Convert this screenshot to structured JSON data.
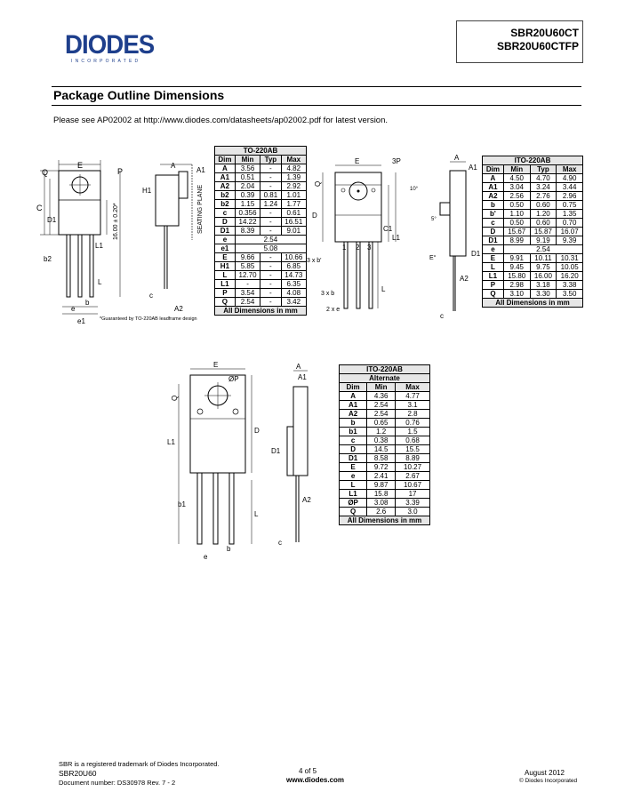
{
  "header": {
    "logo_text": "DIODES",
    "logo_subtext": "INCORPORATED",
    "part_number_1": "SBR20U60CT",
    "part_number_2": "SBR20U60CTFP"
  },
  "section": {
    "title": "Package Outline Dimensions",
    "note": "Please see AP02002 at http://www.diodes.com/datasheets/ap02002.pdf for latest version."
  },
  "drawing_labels": {
    "to220": {
      "E": "E",
      "P": "P",
      "A1": "A1",
      "Q": "Q",
      "C": "C",
      "D1": "D1",
      "H1": "H1",
      "seating_plane": "SEATING PLANE",
      "dim_1600": "16.00 ± 0.20*",
      "L1": "L1",
      "b2": "b2",
      "L": "L",
      "c": "c",
      "A2": "A2",
      "b": "b",
      "e": "e",
      "e1": "e1"
    },
    "guarantee_note": "*Guaranteed by TO-220AB leadframe design",
    "ito220": {
      "E": "E",
      "phi_P": "3P",
      "D": "D",
      "Q": "Q",
      "C1": "C1",
      "L1": "L1",
      "pin1": "1",
      "pin2": "2",
      "pin3": "3",
      "b_prime": "3 x b'",
      "b": "3 x b",
      "e2": "2 x e",
      "L": "L",
      "A": "A",
      "A1": "A1",
      "deg10": "10°",
      "deg5": "5°",
      "E_a": "E°",
      "D1": "D1",
      "A2": "A2",
      "c": "c"
    },
    "ito220_alt": {
      "E": "E",
      "phi_P": "ØP",
      "Q": "Q",
      "D": "D",
      "L1": "L1",
      "D1": "D1",
      "b1": "b1",
      "L": "L",
      "e": "e",
      "b": "b",
      "A": "A",
      "A1": "A1",
      "A2": "A2",
      "c": "c"
    }
  },
  "table_to220ab": {
    "title": "TO-220AB",
    "headers": [
      "Dim",
      "Min",
      "Typ",
      "Max"
    ],
    "rows": [
      [
        "A",
        "3.56",
        "-",
        "4.82"
      ],
      [
        "A1",
        "0.51",
        "-",
        "1.39"
      ],
      [
        "A2",
        "2.04",
        "-",
        "2.92"
      ],
      [
        "b2",
        "0.39",
        "0.81",
        "1.01"
      ],
      [
        "b2",
        "1.15",
        "1.24",
        "1.77"
      ],
      [
        "c",
        "0.356",
        "-",
        "0.61"
      ],
      [
        "D",
        "14.22",
        "-",
        "16.51"
      ],
      [
        "D1",
        "8.39",
        "-",
        "9.01"
      ],
      [
        "e",
        "2.54",
        "",
        ""
      ],
      [
        "e1",
        "5.08",
        "",
        ""
      ],
      [
        "E",
        "9.66",
        "-",
        "10.66"
      ],
      [
        "H1",
        "5.85",
        "-",
        "6.85"
      ],
      [
        "L",
        "12.70",
        "-",
        "14.73"
      ],
      [
        "L1",
        "-",
        "-",
        "6.35"
      ],
      [
        "P",
        "3.54",
        "-",
        "4.08"
      ],
      [
        "Q",
        "2.54",
        "-",
        "3.42"
      ]
    ],
    "footer": "All Dimensions in mm"
  },
  "table_ito220ab": {
    "title": "ITO-220AB",
    "headers": [
      "Dim",
      "Min",
      "Typ",
      "Max"
    ],
    "rows": [
      [
        "A",
        "4.50",
        "4.70",
        "4.90"
      ],
      [
        "A1",
        "3.04",
        "3.24",
        "3.44"
      ],
      [
        "A2",
        "2.56",
        "2.76",
        "2.96"
      ],
      [
        "b",
        "0.50",
        "0.60",
        "0.75"
      ],
      [
        "b'",
        "1.10",
        "1.20",
        "1.35"
      ],
      [
        "c",
        "0.50",
        "0.60",
        "0.70"
      ],
      [
        "D",
        "15.67",
        "15.87",
        "16.07"
      ],
      [
        "D1",
        "8.99",
        "9.19",
        "9.39"
      ],
      [
        "e",
        "2.54",
        "",
        ""
      ],
      [
        "E",
        "9.91",
        "10.11",
        "10.31"
      ],
      [
        "L",
        "9.45",
        "9.75",
        "10.05"
      ],
      [
        "L1",
        "15.80",
        "16.00",
        "16.20"
      ],
      [
        "P",
        "2.98",
        "3.18",
        "3.38"
      ],
      [
        "Q",
        "3.10",
        "3.30",
        "3.50"
      ]
    ],
    "footer": "All Dimensions in mm"
  },
  "table_ito220ab_alt": {
    "title": "ITO-220AB",
    "subtitle": "Alternate",
    "headers": [
      "Dim",
      "Min",
      "Max"
    ],
    "rows": [
      [
        "A",
        "4.36",
        "4.77"
      ],
      [
        "A1",
        "2.54",
        "3.1"
      ],
      [
        "A2",
        "2.54",
        "2.8"
      ],
      [
        "b",
        "0.65",
        "0.76"
      ],
      [
        "b1",
        "1.2",
        "1.5"
      ],
      [
        "c",
        "0.38",
        "0.68"
      ],
      [
        "D",
        "14.5",
        "15.5"
      ],
      [
        "D1",
        "8.58",
        "8.89"
      ],
      [
        "E",
        "9.72",
        "10.27"
      ],
      [
        "e",
        "2.41",
        "2.67"
      ],
      [
        "L",
        "9.87",
        "10.67"
      ],
      [
        "L1",
        "15.8",
        "17"
      ],
      [
        "ØP",
        "3.08",
        "3.39"
      ],
      [
        "Q",
        "2.6",
        "3.0"
      ]
    ],
    "footer": "All Dimensions in mm"
  },
  "footer": {
    "trademark": "SBR is a registered trademark of Diodes Incorporated.",
    "doc_name": "SBR20U60",
    "doc_number": "Document number: DS30978 Rev. 7 - 2",
    "page": "4 of 5",
    "website": "www.diodes.com",
    "date": "August 2012",
    "copyright": "© Diodes Incorporated"
  }
}
